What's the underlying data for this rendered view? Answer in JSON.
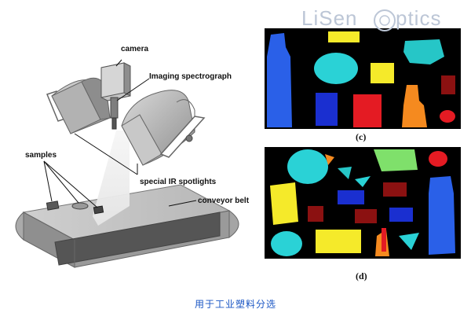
{
  "logo": {
    "text_a": "LiSen",
    "text_b": "ptics",
    "color": "#bcc6d6"
  },
  "labels": {
    "camera": "camera",
    "spectrograph": "Imaging spectrograph",
    "samples": "samples",
    "spotlights": "special IR spotlights",
    "belt": "conveyor belt"
  },
  "panels": {
    "c": "(c)",
    "d": "(d)"
  },
  "caption": "用于工业塑料分选",
  "colors": {
    "blue": "#2a60e8",
    "dark_blue": "#1a2fd0",
    "cyan": "#2ad2d6",
    "yellow": "#f5ea2a",
    "red": "#e41b23",
    "dark_red": "#8b1111",
    "orange": "#f58a1f",
    "green": "#7fe06b",
    "caption_blue": "#1a56c4"
  }
}
